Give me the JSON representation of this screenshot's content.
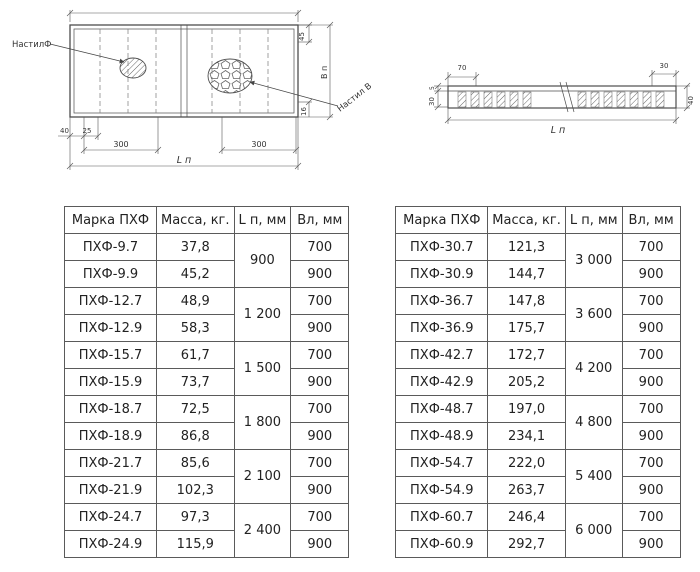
{
  "drawings": {
    "plan": {
      "label_deck_f": "НастилФ",
      "label_deck_v": "Настил В",
      "dim_45": "45",
      "dim_bp": "В п",
      "dim_40": "40",
      "dim_25": "25",
      "dim_300_left": "300",
      "dim_300_right": "300",
      "dim_16": "16",
      "dim_lp": "L п"
    },
    "section": {
      "dim_70": "70",
      "dim_30_top": "30",
      "dim_5": "5",
      "dim_30_side": "30",
      "dim_40": "40",
      "dim_lp": "L п"
    }
  },
  "tables": [
    {
      "headers": [
        "Марка ПХФ",
        "Масса, кг.",
        "L п, мм",
        "Вл, мм"
      ],
      "groups": [
        {
          "lp": "900",
          "rows": [
            {
              "mark": "ПХФ-9.7",
              "mass": "37,8",
              "vl": "700"
            },
            {
              "mark": "ПХФ-9.9",
              "mass": "45,2",
              "vl": "900"
            }
          ]
        },
        {
          "lp": "1 200",
          "rows": [
            {
              "mark": "ПХФ-12.7",
              "mass": "48,9",
              "vl": "700"
            },
            {
              "mark": "ПХФ-12.9",
              "mass": "58,3",
              "vl": "900"
            }
          ]
        },
        {
          "lp": "1 500",
          "rows": [
            {
              "mark": "ПХФ-15.7",
              "mass": "61,7",
              "vl": "700"
            },
            {
              "mark": "ПХФ-15.9",
              "mass": "73,7",
              "vl": "900"
            }
          ]
        },
        {
          "lp": "1 800",
          "rows": [
            {
              "mark": "ПХФ-18.7",
              "mass": "72,5",
              "vl": "700"
            },
            {
              "mark": "ПХФ-18.9",
              "mass": "86,8",
              "vl": "900"
            }
          ]
        },
        {
          "lp": "2 100",
          "rows": [
            {
              "mark": "ПХФ-21.7",
              "mass": "85,6",
              "vl": "700"
            },
            {
              "mark": "ПХФ-21.9",
              "mass": "102,3",
              "vl": "900"
            }
          ]
        },
        {
          "lp": "2 400",
          "rows": [
            {
              "mark": "ПХФ-24.7",
              "mass": "97,3",
              "vl": "700"
            },
            {
              "mark": "ПХФ-24.9",
              "mass": "115,9",
              "vl": "900"
            }
          ]
        }
      ]
    },
    {
      "headers": [
        "Марка ПХФ",
        "Масса, кг.",
        "L п, мм",
        "Вл, мм"
      ],
      "groups": [
        {
          "lp": "3 000",
          "rows": [
            {
              "mark": "ПХФ-30.7",
              "mass": "121,3",
              "vl": "700"
            },
            {
              "mark": "ПХФ-30.9",
              "mass": "144,7",
              "vl": "900"
            }
          ]
        },
        {
          "lp": "3 600",
          "rows": [
            {
              "mark": "ПХФ-36.7",
              "mass": "147,8",
              "vl": "700"
            },
            {
              "mark": "ПХФ-36.9",
              "mass": "175,7",
              "vl": "900"
            }
          ]
        },
        {
          "lp": "4 200",
          "rows": [
            {
              "mark": "ПХФ-42.7",
              "mass": "172,7",
              "vl": "700"
            },
            {
              "mark": "ПХФ-42.9",
              "mass": "205,2",
              "vl": "900"
            }
          ]
        },
        {
          "lp": "4 800",
          "rows": [
            {
              "mark": "ПХФ-48.7",
              "mass": "197,0",
              "vl": "700"
            },
            {
              "mark": "ПХФ-48.9",
              "mass": "234,1",
              "vl": "900"
            }
          ]
        },
        {
          "lp": "5 400",
          "rows": [
            {
              "mark": "ПХФ-54.7",
              "mass": "222,0",
              "vl": "700"
            },
            {
              "mark": "ПХФ-54.9",
              "mass": "263,7",
              "vl": "900"
            }
          ]
        },
        {
          "lp": "6 000",
          "rows": [
            {
              "mark": "ПХФ-60.7",
              "mass": "246,4",
              "vl": "700"
            },
            {
              "mark": "ПХФ-60.9",
              "mass": "292,7",
              "vl": "900"
            }
          ]
        }
      ]
    }
  ]
}
